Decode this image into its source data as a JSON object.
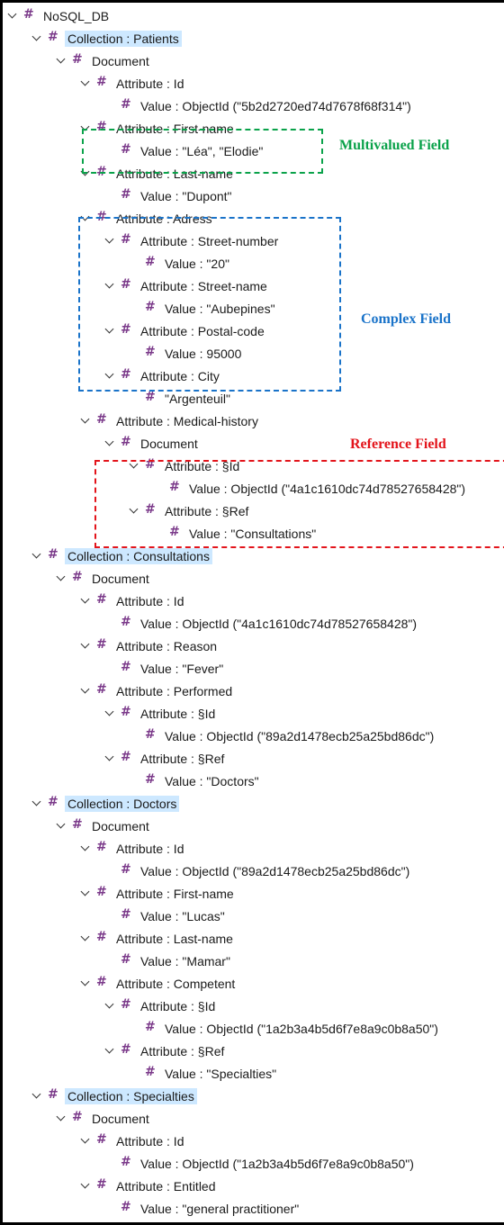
{
  "annotations": {
    "multivalued": "Multivalued Field",
    "complex": "Complex Field",
    "reference": "Reference Field"
  },
  "colors": {
    "multivalued": "#0aa24a",
    "complex": "#1a73c9",
    "reference": "#e3141b"
  },
  "tree": [
    {
      "depth": 0,
      "text": "NoSQL_DB",
      "chev": true
    },
    {
      "depth": 1,
      "text": "Collection : Patients",
      "chev": true,
      "hl": true
    },
    {
      "depth": 2,
      "text": "Document",
      "chev": true
    },
    {
      "depth": 3,
      "text": "Attribute : Id",
      "chev": true
    },
    {
      "depth": 4,
      "text": "Value : ObjectId (\"5b2d2720ed74d7678f68f314\")",
      "chev": false
    },
    {
      "depth": 3,
      "text": "Attribute : First-name",
      "chev": true
    },
    {
      "depth": 4,
      "text": "Value : \"Léa\", \"Elodie\"",
      "chev": false
    },
    {
      "depth": 3,
      "text": "Attribute : Last-name",
      "chev": true
    },
    {
      "depth": 4,
      "text": "Value : \"Dupont\"",
      "chev": false
    },
    {
      "depth": 3,
      "text": "Attribute : Adress",
      "chev": true
    },
    {
      "depth": 4,
      "text": "Attribute : Street-number",
      "chev": true
    },
    {
      "depth": 5,
      "text": "Value : \"20\"",
      "chev": false
    },
    {
      "depth": 4,
      "text": "Attribute : Street-name",
      "chev": true
    },
    {
      "depth": 5,
      "text": "Value : \"Aubepines\"",
      "chev": false
    },
    {
      "depth": 4,
      "text": "Attribute : Postal-code",
      "chev": true
    },
    {
      "depth": 5,
      "text": "Value : 95000",
      "chev": false
    },
    {
      "depth": 4,
      "text": "Attribute : City",
      "chev": true
    },
    {
      "depth": 5,
      "text": "\"Argenteuil\"",
      "chev": false
    },
    {
      "depth": 3,
      "text": "Attribute : Medical-history",
      "chev": true
    },
    {
      "depth": 4,
      "text": "Document",
      "chev": true
    },
    {
      "depth": 5,
      "text": "Attribute : §Id",
      "chev": true
    },
    {
      "depth": 6,
      "text": "Value : ObjectId (\"4a1c1610dc74d78527658428\")",
      "chev": false
    },
    {
      "depth": 5,
      "text": "Attribute : §Ref",
      "chev": true
    },
    {
      "depth": 6,
      "text": "Value : \"Consultations\"",
      "chev": false
    },
    {
      "depth": 1,
      "text": "Collection : Consultations",
      "chev": true,
      "hl": true
    },
    {
      "depth": 2,
      "text": "Document",
      "chev": true
    },
    {
      "depth": 3,
      "text": "Attribute : Id",
      "chev": true
    },
    {
      "depth": 4,
      "text": "Value : ObjectId (\"4a1c1610dc74d78527658428\")",
      "chev": false
    },
    {
      "depth": 3,
      "text": "Attribute : Reason",
      "chev": true
    },
    {
      "depth": 4,
      "text": "Value : \"Fever\"",
      "chev": false
    },
    {
      "depth": 3,
      "text": "Attribute : Performed",
      "chev": true
    },
    {
      "depth": 4,
      "text": "Attribute : §Id",
      "chev": true
    },
    {
      "depth": 5,
      "text": "Value : ObjectId (\"89a2d1478ecb25a25bd86dc\")",
      "chev": false
    },
    {
      "depth": 4,
      "text": "Attribute : §Ref",
      "chev": true
    },
    {
      "depth": 5,
      "text": "Value : \"Doctors\"",
      "chev": false
    },
    {
      "depth": 1,
      "text": "Collection : Doctors",
      "chev": true,
      "hl": true
    },
    {
      "depth": 2,
      "text": "Document",
      "chev": true
    },
    {
      "depth": 3,
      "text": "Attribute : Id",
      "chev": true
    },
    {
      "depth": 4,
      "text": "Value : ObjectId (\"89a2d1478ecb25a25bd86dc\")",
      "chev": false
    },
    {
      "depth": 3,
      "text": "Attribute : First-name",
      "chev": true
    },
    {
      "depth": 4,
      "text": "Value : \"Lucas\"",
      "chev": false
    },
    {
      "depth": 3,
      "text": "Attribute : Last-name",
      "chev": true
    },
    {
      "depth": 4,
      "text": "Value : \"Mamar\"",
      "chev": false
    },
    {
      "depth": 3,
      "text": "Attribute : Competent",
      "chev": true
    },
    {
      "depth": 4,
      "text": "Attribute : §Id",
      "chev": true
    },
    {
      "depth": 5,
      "text": "Value : ObjectId (\"1a2b3a4b5d6f7e8a9c0b8a50\")",
      "chev": false
    },
    {
      "depth": 4,
      "text": "Attribute : §Ref",
      "chev": true
    },
    {
      "depth": 5,
      "text": "Value : \"Specialties\"",
      "chev": false
    },
    {
      "depth": 1,
      "text": "Collection : Specialties",
      "chev": true,
      "hl": true
    },
    {
      "depth": 2,
      "text": "Document",
      "chev": true
    },
    {
      "depth": 3,
      "text": "Attribute : Id",
      "chev": true
    },
    {
      "depth": 4,
      "text": "Value : ObjectId (\"1a2b3a4b5d6f7e8a9c0b8a50\")",
      "chev": false
    },
    {
      "depth": 3,
      "text": "Attribute : Entitled",
      "chev": true
    },
    {
      "depth": 4,
      "text": "Value : \"general practitioner\"",
      "chev": false
    }
  ]
}
